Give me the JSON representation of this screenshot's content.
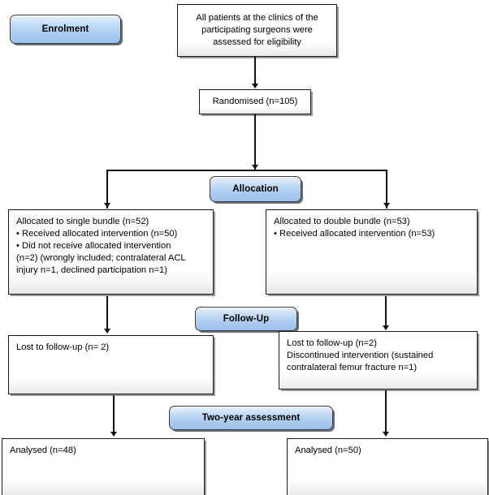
{
  "diagram": {
    "title": "CONSORT participant flow diagram",
    "accent_blue": "#a7c9ee",
    "box_border": "#1b1b1b",
    "stages": [
      {
        "id": "enrolment",
        "label": "Enrolment"
      },
      {
        "id": "allocation",
        "label": "Allocation"
      },
      {
        "id": "follow_up",
        "label": "Follow-Up"
      },
      {
        "id": "two_year",
        "label": "Two-year assessment"
      }
    ],
    "nodes": {
      "eligibility": {
        "lines": [
          "All patients at the clinics of the",
          "participating surgeons were",
          "assessed for eligibility"
        ]
      },
      "randomised": {
        "lines": [
          "Randomised (n=105)"
        ]
      },
      "allocated_single": {
        "lines": [
          "Allocated to single bundle (n=52)",
          "• Received allocated intervention (n=50)",
          "• Did not receive allocated intervention",
          "(n=2) (wrongly included; contralateral ACL",
          "injury n=1, declined participation n=1)"
        ]
      },
      "allocated_double": {
        "lines": [
          "Allocated to double bundle (n=53)",
          "• Received allocated intervention (n=53)"
        ]
      },
      "lost_single": {
        "lines": [
          "Lost to follow-up (n= 2)"
        ]
      },
      "lost_double": {
        "lines": [
          "Lost to follow-up (n=2)",
          "Discontinued intervention (sustained",
          "contralateral femur fracture n=1)"
        ]
      },
      "analysed_single": {
        "lines": [
          "Analysed (n=48)"
        ]
      },
      "analysed_double": {
        "lines": [
          "Analysed (n=50)"
        ]
      }
    },
    "counts": {
      "assessed_randomised": 105,
      "allocated_single": 52,
      "allocated_single_received": 50,
      "allocated_single_not_received": 2,
      "allocated_double": 53,
      "allocated_double_received": 53,
      "lost_single": 2,
      "lost_double": 2,
      "discontinued_double": 1,
      "analysed_single": 48,
      "analysed_double": 50
    }
  }
}
